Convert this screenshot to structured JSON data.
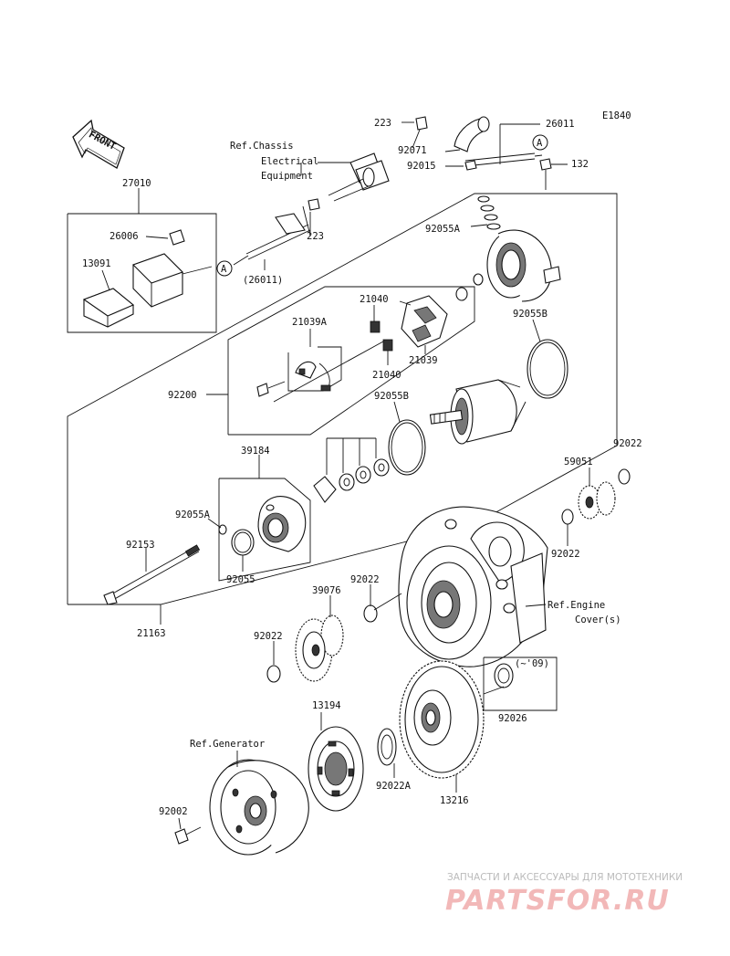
{
  "diagram_code": "E1840",
  "front_label": "FRONT",
  "callout_a": "A",
  "part_labels": {
    "p223_top": "223",
    "p26011": "26011",
    "p92071": "92071",
    "p92015": "92015",
    "p132": "132",
    "p27010": "27010",
    "p26006": "26006",
    "p223_mid": "223",
    "p13091": "13091",
    "p26011_paren": "(26011)",
    "p92055A_top": "92055A",
    "p21040_top": "21040",
    "p21039A": "21039A",
    "p21039": "21039",
    "p21040_bot": "21040",
    "p92055B_right": "92055B",
    "p92200": "92200",
    "p92055B_left": "92055B",
    "p39184": "39184",
    "p92022_r1": "92022",
    "p59051": "59051",
    "p92055A_bot": "92055A",
    "p92153": "92153",
    "p92022_r2": "92022",
    "p92055": "92055",
    "p92022_mid": "92022",
    "p39076": "39076",
    "p21163": "21163",
    "p92022_left": "92022",
    "p09": "(~'09)",
    "p92026": "92026",
    "p13194": "13194",
    "p92022A": "92022A",
    "p13216": "13216",
    "p92002": "92002"
  },
  "ref_labels": {
    "chassis_1": "Ref.Chassis",
    "chassis_2": "Electrical",
    "chassis_3": "Equipment",
    "engine_1": "Ref.Engine",
    "engine_2": "Cover(s)",
    "generator": "Ref.Generator"
  },
  "watermark": {
    "line1": "ЗАПЧАСТИ И АКСЕССУАРЫ ДЛЯ МОТОТЕХНИКИ",
    "line2": "PARTSFOR.RU"
  }
}
